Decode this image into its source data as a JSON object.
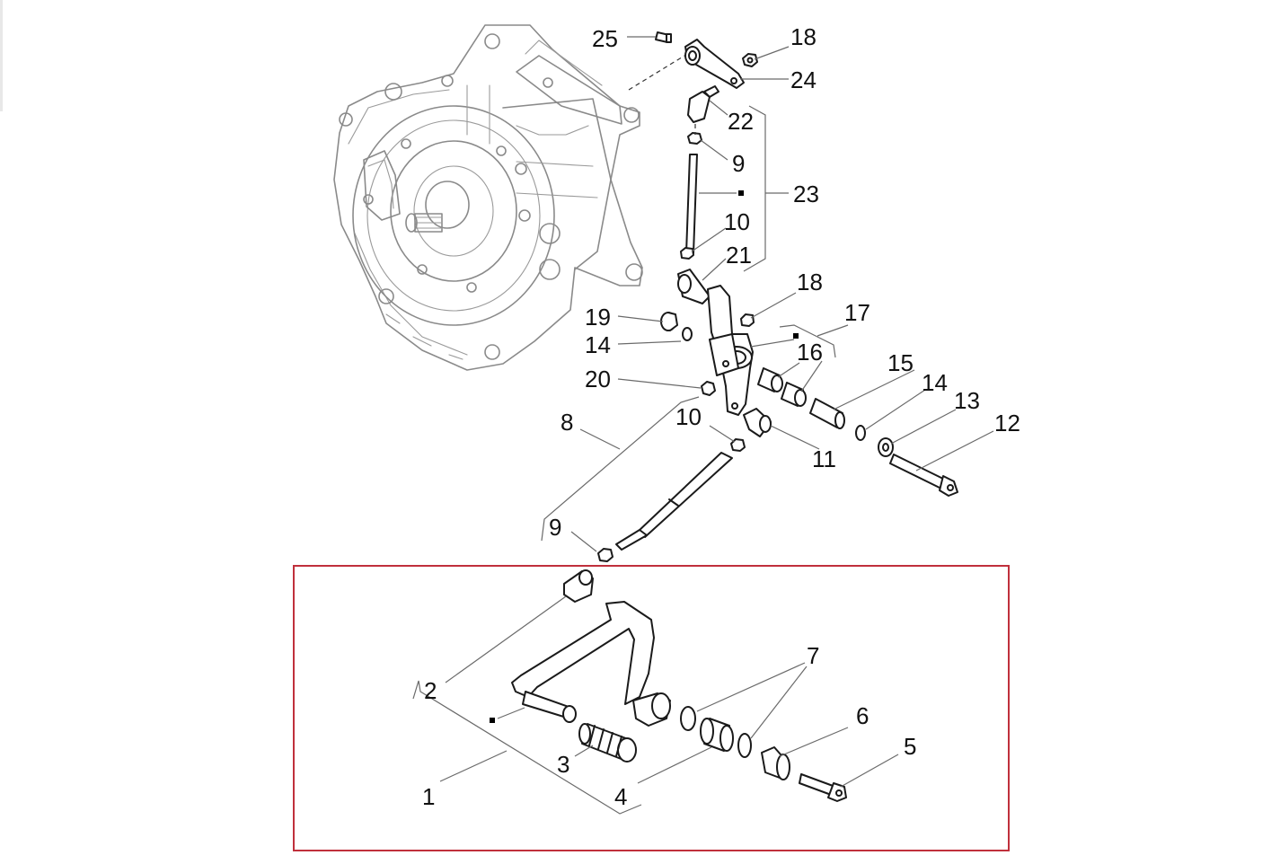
{
  "colors": {
    "highlight_frame": "#c0303c",
    "line": "#1a1a1a",
    "gearbox": "#8a8a8a"
  },
  "labels": {
    "p25": "25",
    "p18a": "18",
    "p24": "24",
    "p22": "22",
    "p9a": "9",
    "p23": "23",
    "p10a": "10",
    "p21": "21",
    "p18b": "18",
    "p17": "17",
    "p19": "19",
    "p14a": "14",
    "p16": "16",
    "p20": "20",
    "p15": "15",
    "p14b": "14",
    "p13": "13",
    "p12": "12",
    "p8": "8",
    "p10b": "10",
    "p11": "11",
    "p9b": "9",
    "p7": "7",
    "p2": "2",
    "p6": "6",
    "p5": "5",
    "p3": "3",
    "p1": "1",
    "p4": "4"
  }
}
